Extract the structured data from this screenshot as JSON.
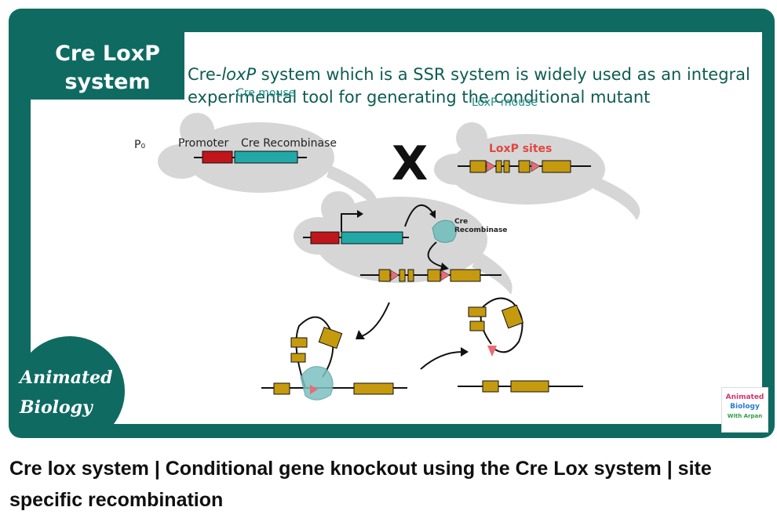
{
  "thumbnail": {
    "badge": "Cre LoxP system",
    "heading_prefix": "Cre-",
    "heading_italic": "loxP",
    "heading_suffix": " system which is a SSR system is widely used as an integral experimental tool for generating the conditional mutant",
    "cre_mouse_label": "Cre mouse",
    "loxp_mouse_label": "LoxP mouse",
    "generation_label": "P₀",
    "promoter_label": "Promoter",
    "cre_recombinase_label": "Cre Recombinase",
    "cross_symbol": "X",
    "loxp_sites_label": "LoxP sites",
    "enzyme_label": "Cre Recombinase",
    "logo_left": "Animated Biology",
    "logo_right_line1": "Animated",
    "logo_right_line2": "Biology",
    "logo_right_line3": "With Arpan",
    "colors": {
      "frame": "#0f6b62",
      "promoter": "#c0151b",
      "cre_gene": "#22a8a6",
      "exon": "#c59a0f",
      "loxp_site": "#ea6b73",
      "mouse_silhouette": "#d6d6d6"
    }
  },
  "video": {
    "title": "Cre lox system | Conditional gene knockout using the Cre Lox system | site specific recombination"
  }
}
